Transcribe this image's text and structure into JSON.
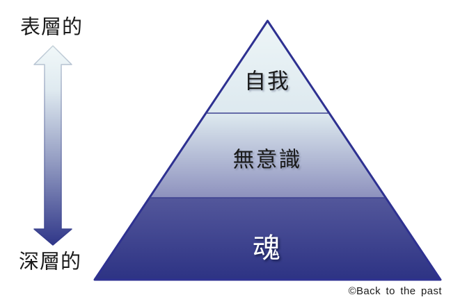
{
  "axis": {
    "top_label": "表層的",
    "bottom_label": "深層的"
  },
  "pyramid": {
    "levels": [
      {
        "label": "自我"
      },
      {
        "label": "無意識"
      },
      {
        "label": "魂"
      }
    ]
  },
  "credit": "©Back to the past",
  "colors": {
    "pyramid_border": "#2e3191",
    "divider": "#3c4190",
    "grad_apex": "#edf5f7",
    "grad_upper": "#dde9ef",
    "grad_mid_end": "#8e92be",
    "grad_lower_start": "#53579b",
    "grad_base": "#2d3384",
    "arrow_top": "#f1f8f9",
    "arrow_upper": "#dfeaf0",
    "arrow_mid": "#939cc2",
    "arrow_bottom": "#303789",
    "arrow_stroke_top": "#c4d1d9",
    "arrow_stroke_bottom": "#303789"
  }
}
